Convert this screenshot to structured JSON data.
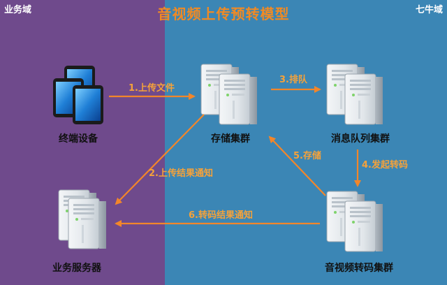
{
  "title": "音视频上传预转模型",
  "domains": {
    "left": "业务域",
    "right": "七牛域"
  },
  "colors": {
    "left_bg": "#6f4a8c",
    "right_bg": "#3b86b5",
    "title": "#f08a24",
    "arrow": "#f2862a",
    "step_text": "#f5a23a"
  },
  "nodes": {
    "terminal": {
      "label": "终端设备",
      "icon": "tablet-stack-icon"
    },
    "storage": {
      "label": "存储集群",
      "icon": "server-cluster-icon"
    },
    "queue": {
      "label": "消息队列集群",
      "icon": "server-cluster-icon"
    },
    "transcode": {
      "label": "音视频转码集群",
      "icon": "server-cluster-icon"
    },
    "business": {
      "label": "业务服务器",
      "icon": "server-icon"
    }
  },
  "steps": [
    {
      "id": "s1",
      "label": "1.上传文件"
    },
    {
      "id": "s2",
      "label": "2.上传结果通知"
    },
    {
      "id": "s3",
      "label": "3.排队"
    },
    {
      "id": "s4",
      "label": "4.发起转码"
    },
    {
      "id": "s5",
      "label": "5.存储"
    },
    {
      "id": "s6",
      "label": "6.转码结果通知"
    }
  ]
}
